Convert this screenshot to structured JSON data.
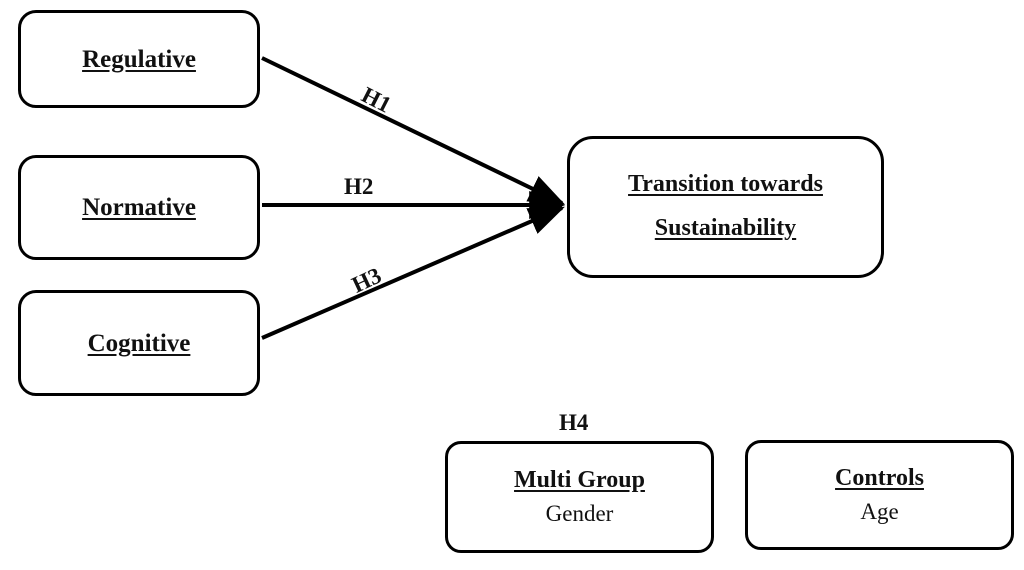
{
  "diagram": {
    "type": "conceptual-research-model",
    "background_color": "#ffffff",
    "line_color": "#000000",
    "text_color": "#111111",
    "nodes": [
      {
        "id": "regulative",
        "title": "Regulative",
        "subtitle": ""
      },
      {
        "id": "normative",
        "title": "Normative",
        "subtitle": ""
      },
      {
        "id": "cognitive",
        "title": "Cognitive",
        "subtitle": ""
      },
      {
        "id": "transition",
        "title_line1": "Transition towards ",
        "title_line2": "Sustainability"
      },
      {
        "id": "multigroup",
        "title": "Multi Group",
        "subtitle": "Gender"
      },
      {
        "id": "controls",
        "title": "Controls",
        "subtitle": "Age"
      }
    ],
    "edges": [
      {
        "id": "h1",
        "label": "H1",
        "from": "regulative",
        "to": "transition"
      },
      {
        "id": "h2",
        "label": "H2",
        "from": "normative",
        "to": "transition"
      },
      {
        "id": "h3",
        "label": "H3",
        "from": "cognitive",
        "to": "transition"
      },
      {
        "id": "h4",
        "label": "H4",
        "from": "multigroup",
        "to": "transition"
      }
    ]
  }
}
